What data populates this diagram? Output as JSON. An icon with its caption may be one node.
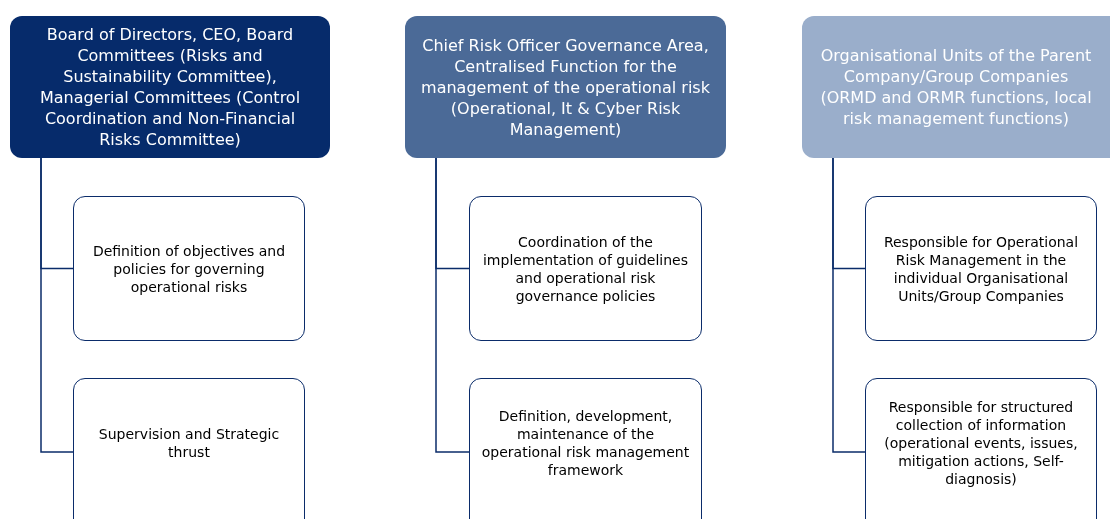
{
  "diagram": {
    "nodes": [
      {
        "text": [
          "Board of Directors, CEO, Board Committees (Risks and Sustainability Committee), Managerial Committees (Control Coordination and Non-Financial Risks Committee)"
        ]
      },
      {
        "text": [
          "Definition of objectives and policies for governing operational risks"
        ]
      },
      {
        "text": [
          "Supervision and Strategic thrust"
        ]
      },
      {
        "text": [
          "Chief Risk Officer Governance Area, Centralised Function for the management of the operational risk (Operational, It & Cyber Risk Management)"
        ]
      },
      {
        "text": [
          "Coordination of the implementation of guidelines and operational risk governance policies"
        ]
      },
      {
        "text": [
          "Definition, development, maintenance of the operational risk management framework"
        ]
      },
      {
        "text": [
          "Organisational Units of the Parent Company/Group Companies (ORMD and ORMR functions, local risk management functions)"
        ]
      },
      {
        "text": [
          "Responsible for Operational Risk Management in the individual Organisational Units/Group Companies"
        ]
      },
      {
        "text": [
          "Responsible for structured collection of information (operational events, issues, mitigation actions, Self-diagnosis)"
        ]
      }
    ],
    "edges": [
      {
        "from": 0,
        "to": 1,
        "arrow": "none"
      },
      {
        "from": 0,
        "to": 2,
        "arrow": "none"
      },
      {
        "from": 3,
        "to": 4,
        "arrow": "none"
      },
      {
        "from": 3,
        "to": 5,
        "arrow": "none"
      },
      {
        "from": 6,
        "to": 7,
        "arrow": "none"
      },
      {
        "from": 6,
        "to": 8,
        "arrow": "none"
      }
    ]
  }
}
